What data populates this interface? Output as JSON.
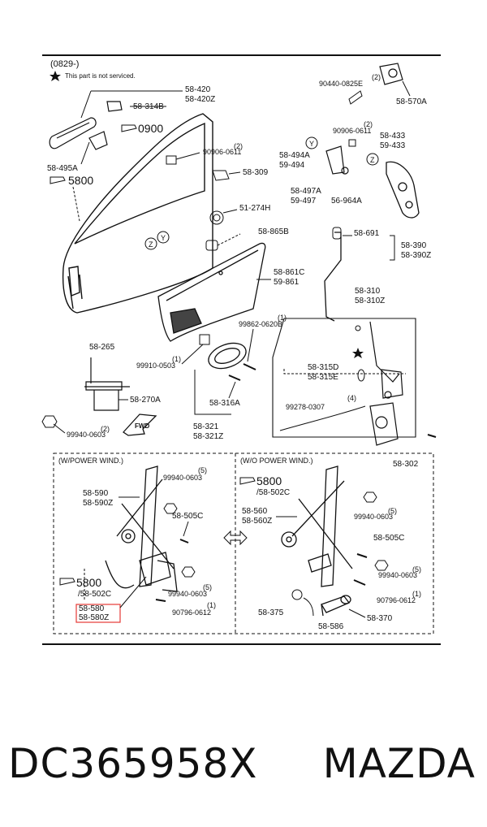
{
  "header": {
    "code": "(0829-)",
    "note": "This part is not serviced."
  },
  "sections": {
    "power": "(W/POWER WIND.)",
    "manual": "(W/O POWER WIND.)"
  },
  "labels": {
    "l58420": "58-420",
    "l58420z": "58-420Z",
    "l58314b": "58-314B",
    "l0900": "0900",
    "l58495a": "58-495A",
    "l5800a": "5800",
    "l90906a": "90906-0611",
    "l90906a_n": "(2)",
    "l58309": "58-309",
    "l51274h": "51-274H",
    "l58865b": "58-865B",
    "l58861c": "58-861C",
    "l59861": "59-861",
    "l99862": "99862-0620B",
    "l99862_n": "(1)",
    "l99910": "99910-0503",
    "l99910_n": "(1)",
    "l58265": "58-265",
    "l58270a": "58-270A",
    "l99940a": "99940-0603",
    "l99940a_n": "(2)",
    "l58316a": "58-316A",
    "l58321": "58-321",
    "l58321z": "58-321Z",
    "l58302": "58-302",
    "l90440": "90440-0825E",
    "l90440_n": "(2)",
    "l58570a": "58-570A",
    "l90906b": "90906-0611",
    "l90906b_n": "(2)",
    "l58433": "58-433",
    "l59433": "59-433",
    "l58494a": "58-494A",
    "l59494": "59-494",
    "l58497a": "58-497A",
    "l59497": "59-497",
    "l56964a": "56-964A",
    "l58691": "58-691",
    "l58390": "58-390",
    "l58390z": "58-390Z",
    "l58310": "58-310",
    "l58310z": "58-310Z",
    "l58315d": "58-315D",
    "l58315e": "58-315E",
    "l99278": "99278-0307",
    "l99278_n": "(4)",
    "l58590": "58-590",
    "l58590z": "58-590Z",
    "l99940b": "99940-0603",
    "l99940b_n": "(5)",
    "l58505c_a": "58-505C",
    "l5800b": "5800",
    "l58502c_a": "/58-502C",
    "l99940c": "99940-0603",
    "l99940c_n": "(5)",
    "l58580": "58-580",
    "l58580z": "58-580Z",
    "l90796a": "90796-0612",
    "l90796a_n": "(1)",
    "l5800c": "5800",
    "l58502c_b": "/58-502C",
    "l58560": "58-560",
    "l58560z": "58-560Z",
    "l99940d": "99940-0603",
    "l99940d_n": "(5)",
    "l58505c_b": "58-505C",
    "l99940e": "99940-0603",
    "l99940e_n": "(5)",
    "l90796b": "90796-0612",
    "l90796b_n": "(1)",
    "l58375": "58-375",
    "l58586": "58-586",
    "l58370": "58-370"
  },
  "callouts": {
    "y1": "Y",
    "z1": "Z",
    "y2": "Y",
    "z2": "Z",
    "fwd": "FWD"
  },
  "caption": {
    "part_number": "DC365958X",
    "brand": "MAZDA"
  },
  "colors": {
    "ink": "#111111",
    "highlight": "#e53935"
  },
  "icons": {
    "star": "star-icon",
    "pointer": "pointing-hand-icon"
  }
}
